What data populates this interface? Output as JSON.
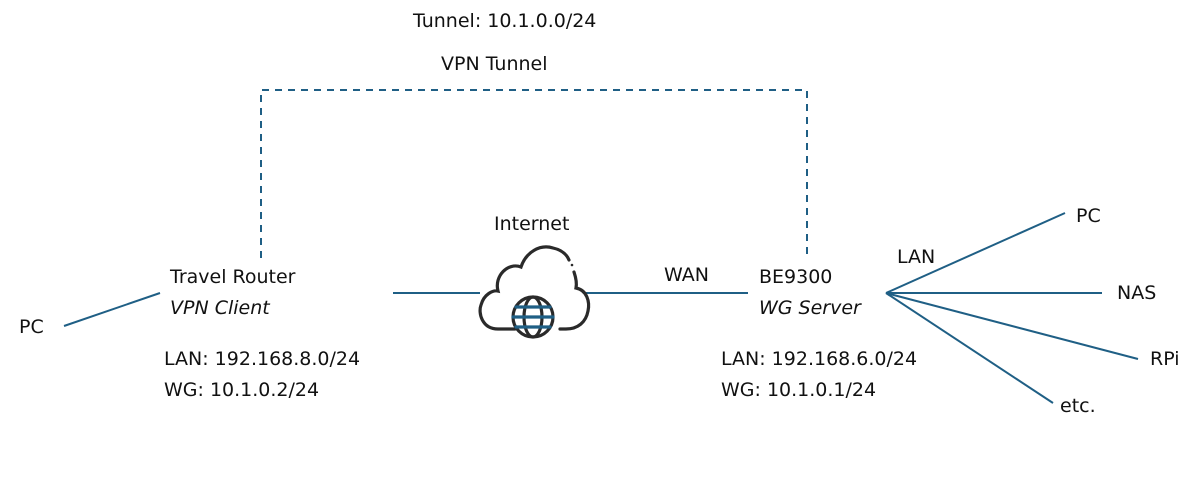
{
  "diagram": {
    "tunnel_subnet": "Tunnel: 10.1.0.0/24",
    "tunnel_label": "VPN Tunnel",
    "internet_label": "Internet",
    "wan_label": "WAN",
    "lan_label": "LAN",
    "line_color": "#1f5f85",
    "icon_color": "#2a2a2a",
    "client": {
      "pc_label": "PC",
      "name": "Travel Router",
      "role": "VPN Client",
      "lan": "LAN: 192.168.8.0/24",
      "wg": "WG: 10.1.0.2/24"
    },
    "server": {
      "name": "BE9300",
      "role": "WG Server",
      "lan": "LAN: 192.168.6.0/24",
      "wg": "WG: 10.1.0.1/24"
    },
    "lan_devices": [
      {
        "label": "PC"
      },
      {
        "label": "NAS"
      },
      {
        "label": "RPi"
      },
      {
        "label": "etc."
      }
    ]
  }
}
